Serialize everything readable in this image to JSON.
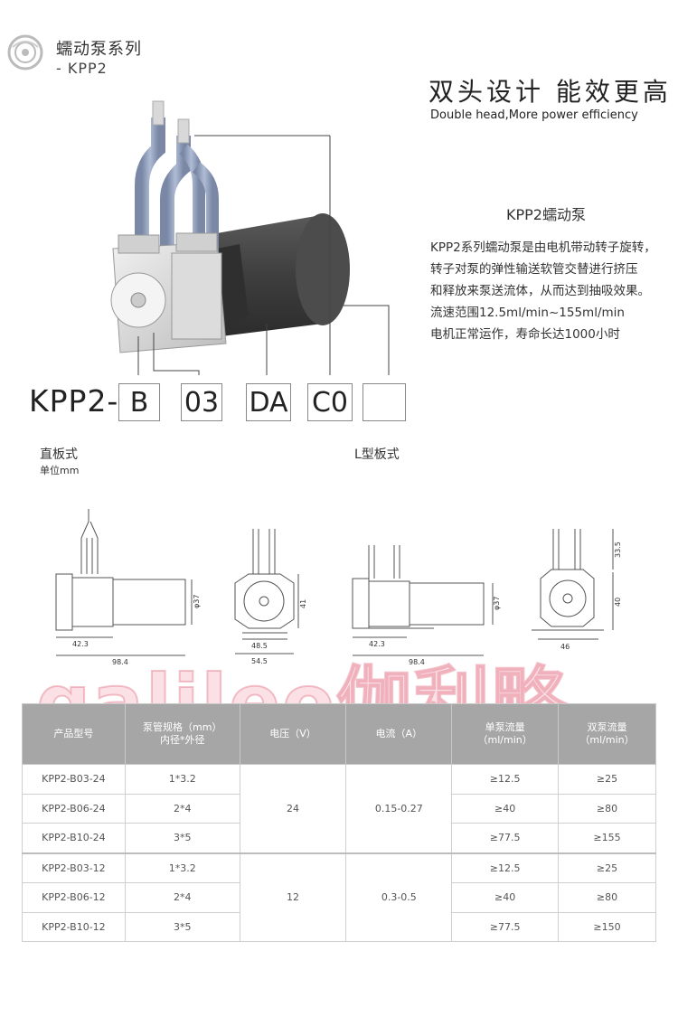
{
  "header": {
    "series_title": "蠕动泵系列",
    "series_sub": "- KPP2"
  },
  "headline": {
    "cn": "双头设计 能效更高",
    "en": "Double head,More power efficiency"
  },
  "description": {
    "title": "KPP2蠕动泵",
    "lines": [
      "KPP2系列蠕动泵是由电机带动转子旋转，",
      "转子对泵的弹性输送软管交替进行挤压",
      "和释放来泵送流体，从而达到抽吸效果。",
      "流速范围12.5ml/min~155ml/min",
      "电机正常运作，寿命长达1000小时"
    ]
  },
  "model_code": {
    "prefix": "KPP2-",
    "parts": [
      "B",
      "03",
      "DA",
      "C0",
      ""
    ]
  },
  "drawings": {
    "straight_label": "直板式",
    "unit_label": "单位mm",
    "l_label": "L型板式",
    "dims_straight": {
      "d1": "42.3",
      "d2": "98.4",
      "dia": "φ37",
      "h": "41",
      "w1": "48.5",
      "w2": "54.5"
    },
    "dims_l": {
      "d1": "42.3",
      "d2": "98.4",
      "dia": "φ37",
      "h1": "33.5",
      "h2": "40",
      "w": "46"
    }
  },
  "watermark": "galileo伽利略",
  "table": {
    "headers": [
      "产品型号",
      "泵管规格（mm）\n内径*外径",
      "电压（V）",
      "电流（A）",
      "单泵流量\n（ml/min）",
      "双泵流量\n（ml/min）"
    ],
    "rows": [
      {
        "model": "KPP2-B03-24",
        "tube": "1*3.2",
        "single": "≥12.5",
        "double": "≥25"
      },
      {
        "model": "KPP2-B06-24",
        "tube": "2*4",
        "single": "≥40",
        "double": "≥80"
      },
      {
        "model": "KPP2-B10-24",
        "tube": "3*5",
        "single": "≥77.5",
        "double": "≥155"
      },
      {
        "model": "KPP2-B03-12",
        "tube": "1*3.2",
        "single": "≥12.5",
        "double": "≥25"
      },
      {
        "model": "KPP2-B06-12",
        "tube": "2*4",
        "single": "≥40",
        "double": "≥80"
      },
      {
        "model": "KPP2-B10-12",
        "tube": "3*5",
        "single": "≥77.5",
        "double": "≥150"
      }
    ],
    "groups": [
      {
        "voltage": "24",
        "current": "0.15-0.27"
      },
      {
        "voltage": "12",
        "current": "0.3-0.5"
      }
    ]
  },
  "colors": {
    "header_bg": "#a6a6a6",
    "tube": "#8e9db8",
    "motor": "#4a4a4a"
  }
}
